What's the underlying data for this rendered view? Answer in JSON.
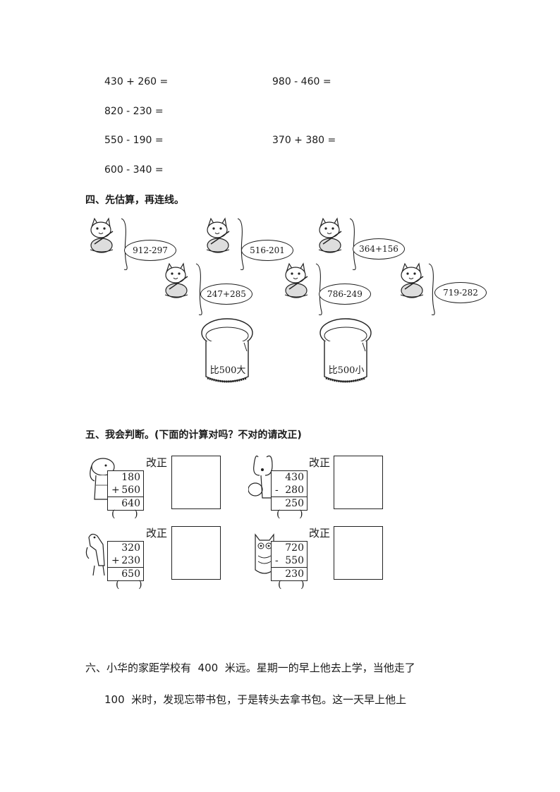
{
  "equations": [
    {
      "text": "430 + 260 ="
    },
    {
      "text": "980 - 460 ="
    },
    {
      "text": "820 - 230 ="
    },
    {
      "text": "550 - 190 ="
    },
    {
      "text": "370 + 380 ="
    },
    {
      "text": "600 - 340 ="
    }
  ],
  "section4": {
    "title": "四、先估算，再连线。",
    "fish": [
      "912-297",
      "516-201",
      "364+156",
      "247+285",
      "786-249",
      "719-282"
    ],
    "baskets": [
      "比500大",
      "比500小"
    ]
  },
  "section5": {
    "title": "五、我会判断。(下面的计算对吗？不对的请改正)",
    "fix_label": "改正",
    "paren": "(      )",
    "problems": [
      {
        "top": "180",
        "op": "+",
        "bottom": "560",
        "result": "640"
      },
      {
        "top": "430",
        "op": "-",
        "bottom": "280",
        "result": "250"
      },
      {
        "top": "320",
        "op": "+",
        "bottom": "230",
        "result": "650"
      },
      {
        "top": "720",
        "op": "-",
        "bottom": "550",
        "result": "230"
      }
    ]
  },
  "section6": {
    "line1": "六、小华的家距学校有  400  米远。星期一的早上他去上学，当他走了",
    "line2": "100  米时，发现忘带书包，于是转头去拿书包。这一天早上他上"
  }
}
